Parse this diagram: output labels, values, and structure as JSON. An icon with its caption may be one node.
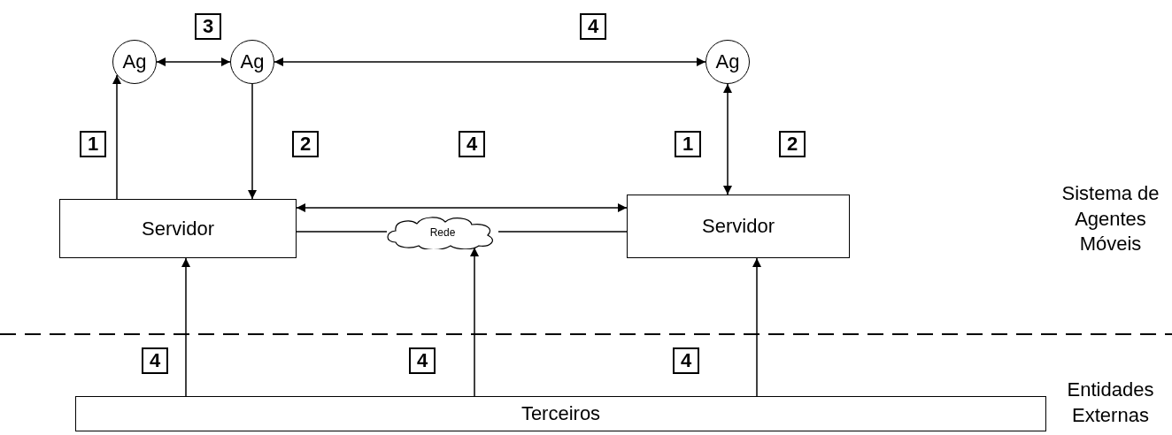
{
  "diagram": {
    "nodes": [
      {
        "text": [
          "3"
        ]
      },
      {
        "text": [
          "4"
        ]
      },
      {
        "text": [
          "Ag"
        ]
      },
      {
        "text": [
          "Ag"
        ]
      },
      {
        "text": [
          "Ag"
        ]
      },
      {
        "text": [
          "1"
        ]
      },
      {
        "text": [
          "2"
        ]
      },
      {
        "text": [
          "4"
        ]
      },
      {
        "text": [
          "1"
        ]
      },
      {
        "text": [
          "2"
        ]
      },
      {
        "text": [
          "Servidor"
        ]
      },
      {
        "text": [
          "Servidor"
        ]
      },
      {
        "text": [
          "Rede"
        ]
      },
      {
        "text": [
          "4"
        ]
      },
      {
        "text": [
          "4"
        ]
      },
      {
        "text": [
          "4"
        ]
      },
      {
        "text": [
          "Terceiros"
        ]
      }
    ],
    "edges": [
      {
        "from": 2,
        "to": 3,
        "arrow": "both"
      },
      {
        "from": 3,
        "to": 4,
        "arrow": "both"
      },
      {
        "from": 10,
        "to": 2,
        "arrow": "to"
      },
      {
        "from": 3,
        "to": 10,
        "arrow": "to"
      },
      {
        "from": 11,
        "to": 4,
        "arrow": "both"
      },
      {
        "from": 10,
        "to": 11,
        "arrow": "both"
      },
      {
        "from": 10,
        "to": 12,
        "arrow": "none"
      },
      {
        "from": 12,
        "to": 11,
        "arrow": "none"
      },
      {
        "from": 16,
        "to": 10,
        "arrow": "to"
      },
      {
        "from": 16,
        "to": 12,
        "arrow": "to"
      },
      {
        "from": 16,
        "to": 11,
        "arrow": "to"
      }
    ],
    "labels": [
      "Sistema de Agentes Móveis",
      "Entidades Externas"
    ]
  }
}
